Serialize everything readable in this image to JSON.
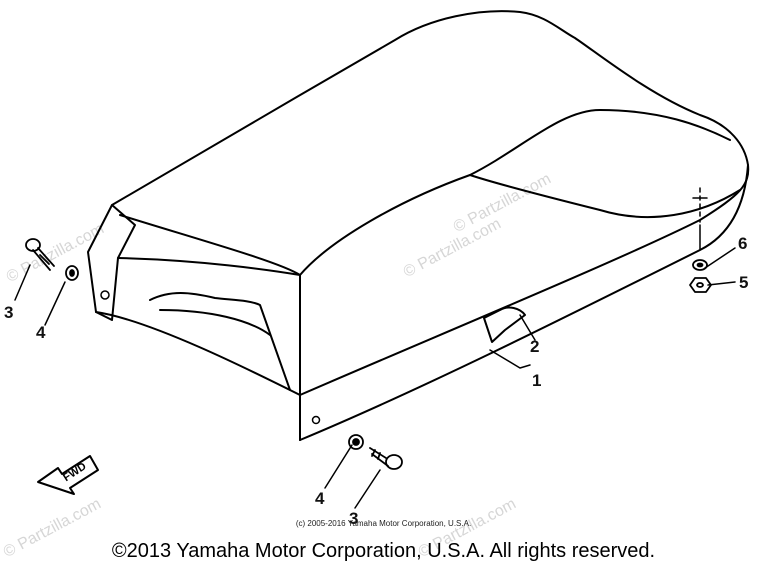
{
  "diagram": {
    "callouts": [
      "1",
      "2",
      "3",
      "4",
      "5",
      "6",
      "3",
      "4"
    ],
    "fwd_label": "FWD",
    "watermark": "© Partzilla.com",
    "fine_print": "(c) 2005-2016 Yamaha Motor Corporation, U.S.A.",
    "copyright": "©2013 Yamaha Motor Corporation, U.S.A. All rights reserved."
  }
}
